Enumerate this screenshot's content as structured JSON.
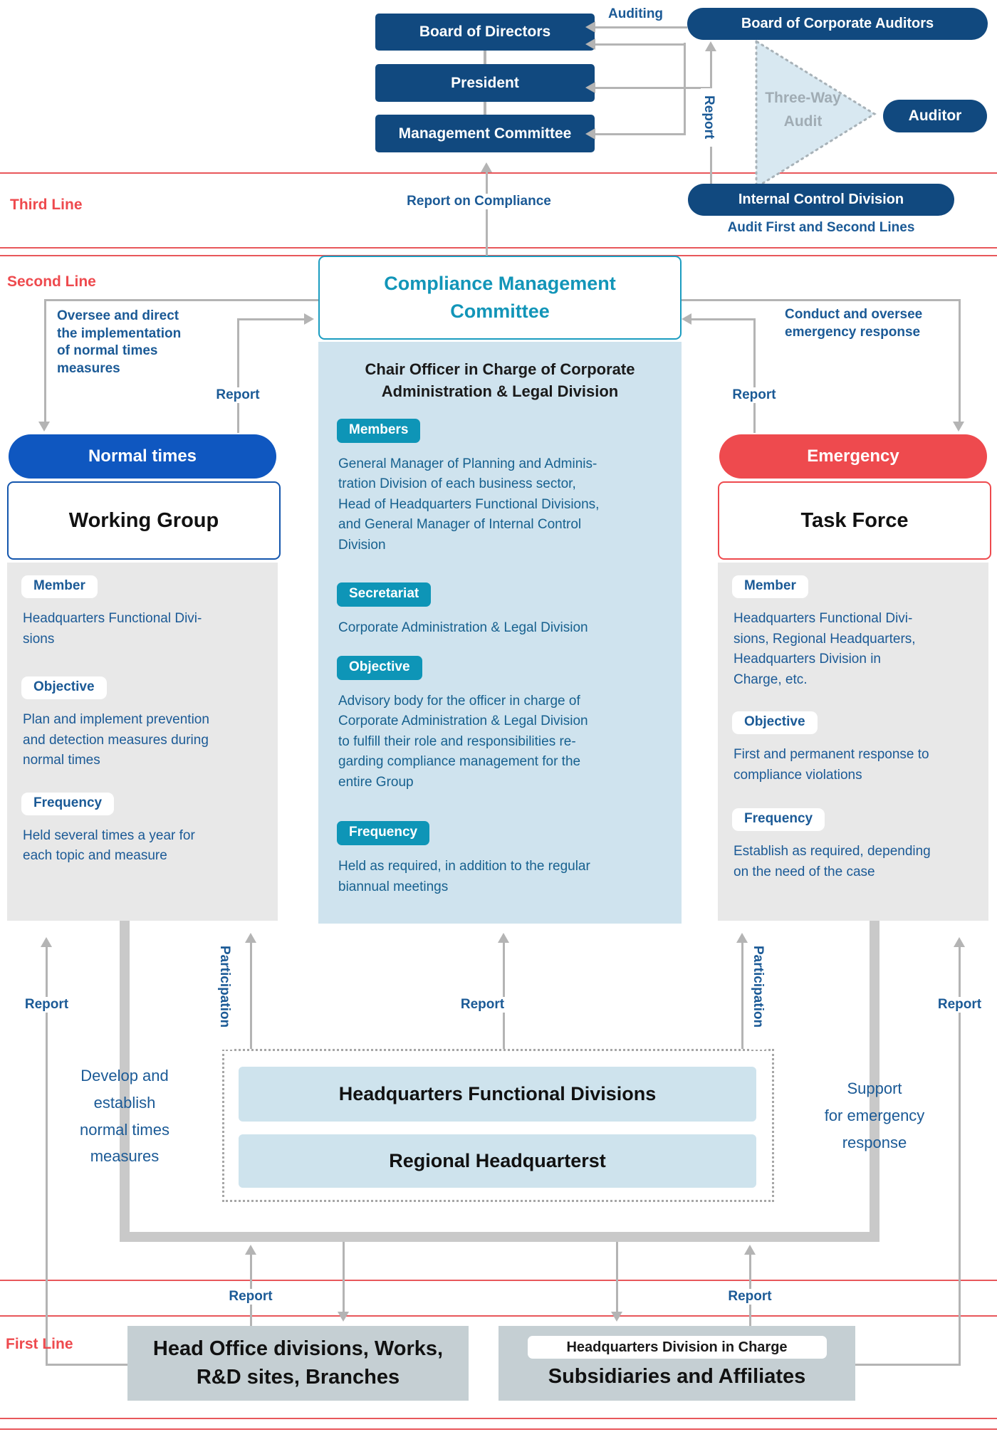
{
  "top": {
    "board_of_directors": "Board of Directors",
    "president": "President",
    "management_committee": "Management Committee",
    "auditing": "Auditing",
    "report": "Report",
    "board_of_corporate_auditors": "Board of Corporate Auditors",
    "three_way_audit": "Three-Way\nAudit",
    "auditor": "Auditor",
    "internal_control_division": "Internal Control Division",
    "audit_first_and_second_lines": "Audit First and Second Lines",
    "report_on_compliance": "Report on Compliance"
  },
  "bands": {
    "third": "Third Line",
    "second": "Second Line",
    "first": "First Line"
  },
  "left_column": {
    "oversee_note": "Oversee and direct\nthe implementation\nof normal times\nmeasures",
    "report": "Report",
    "mode_pill": "Normal times",
    "group_title": "Working Group",
    "sections": [
      {
        "badge": "Member",
        "text": "Headquarters Functional Divi-\nsions"
      },
      {
        "badge": "Objective",
        "text": "Plan and implement prevention\nand detection measures during\nnormal times"
      },
      {
        "badge": "Frequency",
        "text": "Held several times a year for\neach topic and measure"
      }
    ]
  },
  "center_column": {
    "committee_title": "Compliance Management\nCommittee",
    "chair": "Chair Officer in Charge of Corporate\nAdministration & Legal Division",
    "sections": [
      {
        "badge": "Members",
        "text": "General Manager of Planning and Adminis-\ntration Division of each business sector,\nHead of Headquarters Functional Divisions,\nand General Manager of Internal Control\nDivision"
      },
      {
        "badge": "Secretariat",
        "text": "Corporate Administration & Legal Division"
      },
      {
        "badge": "Objective",
        "text": "Advisory body for the officer in charge of\nCorporate Administration & Legal Division\nto fulfill their role and responsibilities re-\ngarding compliance management for the\nentire Group"
      },
      {
        "badge": "Frequency",
        "text": "Held as required, in addition to the regular\nbiannual meetings"
      }
    ]
  },
  "right_column": {
    "conduct_note": "Conduct and oversee\nemergency response",
    "report": "Report",
    "mode_pill": "Emergency",
    "group_title": "Task Force",
    "sections": [
      {
        "badge": "Member",
        "text": "Headquarters Functional Divi-\nsions, Regional Headquarters,\nHeadquarters Division in\nCharge, etc."
      },
      {
        "badge": "Objective",
        "text": "First and permanent response to\ncompliance violations"
      },
      {
        "badge": "Frequency",
        "text": "Establish as required, depending\non the need of the case"
      }
    ]
  },
  "middle": {
    "report_far_left": "Report",
    "report_center": "Report",
    "report_far_right": "Report",
    "participation_left": "Participation",
    "participation_right": "Participation",
    "develop_note": "Develop and\nestablish\nnormal times\nmeasures",
    "support_note": "Support\nfor emergency\nresponse",
    "hq_functional_divisions": "Headquarters Functional Divisions",
    "regional_headquarters": "Regional Headquarterst"
  },
  "bottom": {
    "report_up_left": "Report",
    "report_up_right": "Report",
    "head_office": "Head Office divisions, Works,\nR&D sites, Branches",
    "hq_division_in_charge": "Headquarters Division in Charge",
    "subsidiaries": "Subsidiaries and Affiliates"
  },
  "colors": {
    "navy": "#11497f",
    "azure": "#0f57c0",
    "red": "#ee4a4e",
    "teal_badge": "#0e95b7",
    "teal_border": "#1b9cc0",
    "panel_blue": "#cfe3ee",
    "panel_gray": "#e8e8e8",
    "box_gray_blue": "#c5cfd3",
    "text_blue": "#1b5a96",
    "line_gray": "#b4b4b4",
    "red_line": "#e8575b"
  }
}
